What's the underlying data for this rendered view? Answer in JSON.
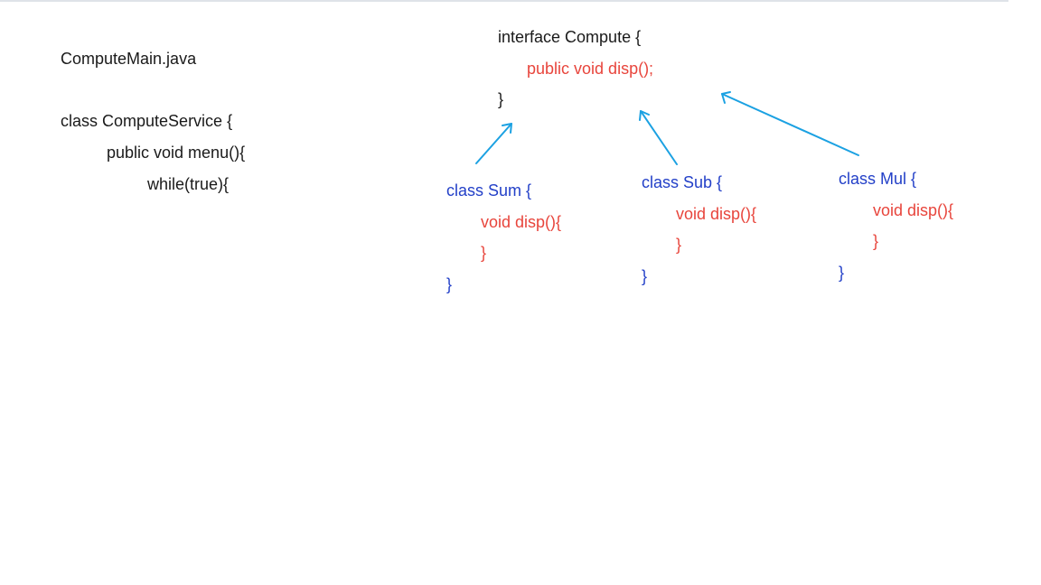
{
  "left": {
    "filename": "ComputeMain.java",
    "lines": [
      "class ComputeService {",
      "public void menu(){",
      "while(true){"
    ]
  },
  "interface": {
    "header": "interface Compute {",
    "method": "public void disp();",
    "close": "}"
  },
  "classes": [
    {
      "header": "class Sum {",
      "method": "void disp(){",
      "method_close": "}",
      "close": "}"
    },
    {
      "header": "class Sub {",
      "method": "void disp(){",
      "method_close": "}",
      "close": "}"
    },
    {
      "header": "class Mul {",
      "method": "void disp(){",
      "method_close": "}",
      "close": "}"
    }
  ],
  "colors": {
    "text": "#1a1a1a",
    "method": "#e8453c",
    "class": "#2340c8",
    "arrow": "#1ba1e2"
  }
}
